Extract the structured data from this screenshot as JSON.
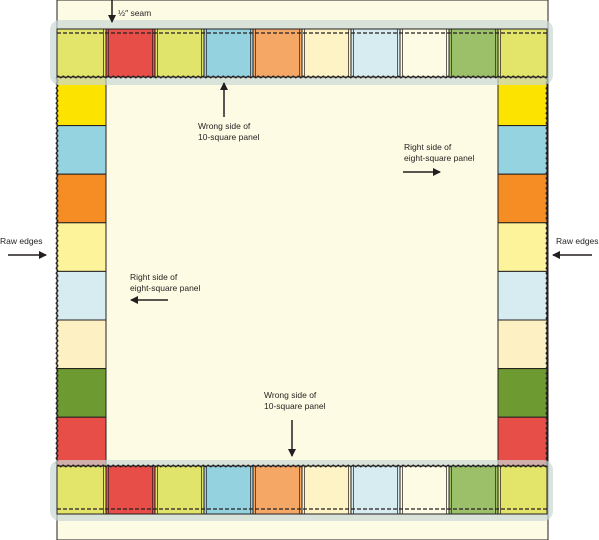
{
  "colors": {
    "background": "#fdfbe3",
    "outline": "#231f20",
    "glow": "#c9d9d4",
    "top_panel": [
      "#e3e46a",
      "#e84e48",
      "#e1e46b",
      "#95d2e0",
      "#f5a866",
      "#fdf3c4",
      "#d6ecf0",
      "#fdfbe3",
      "#9cbf6a",
      "#e3e46a"
    ],
    "bottom_panel": [
      "#e3e46a",
      "#e84e48",
      "#e1e46b",
      "#95d2e0",
      "#f5a866",
      "#fdf3c4",
      "#d6ecf0",
      "#fdfbe3",
      "#9cbf6a",
      "#e3e46a"
    ],
    "left_panel": [
      "#fde400",
      "#96d3e0",
      "#f58c24",
      "#fdf39b",
      "#d6ecf0",
      "#fdf0c2",
      "#6d9a31",
      "#e84e48"
    ],
    "right_panel": [
      "#fde400",
      "#96d3e0",
      "#f58c24",
      "#fdf39b",
      "#d6ecf0",
      "#fdf0c2",
      "#6d9a31",
      "#e84e48"
    ]
  },
  "labels": {
    "seam": "½″ seam",
    "wrong_side_top": [
      "Wrong side of",
      "10-square panel"
    ],
    "right_side_right": [
      "Right side of",
      "eight-square panel"
    ],
    "raw_edges_left": "Raw edges",
    "raw_edges_right": "Raw edges",
    "right_side_left": [
      "Right side of",
      "eight-square panel"
    ],
    "wrong_side_bottom": [
      "Wrong side of",
      "10-square panel"
    ]
  }
}
